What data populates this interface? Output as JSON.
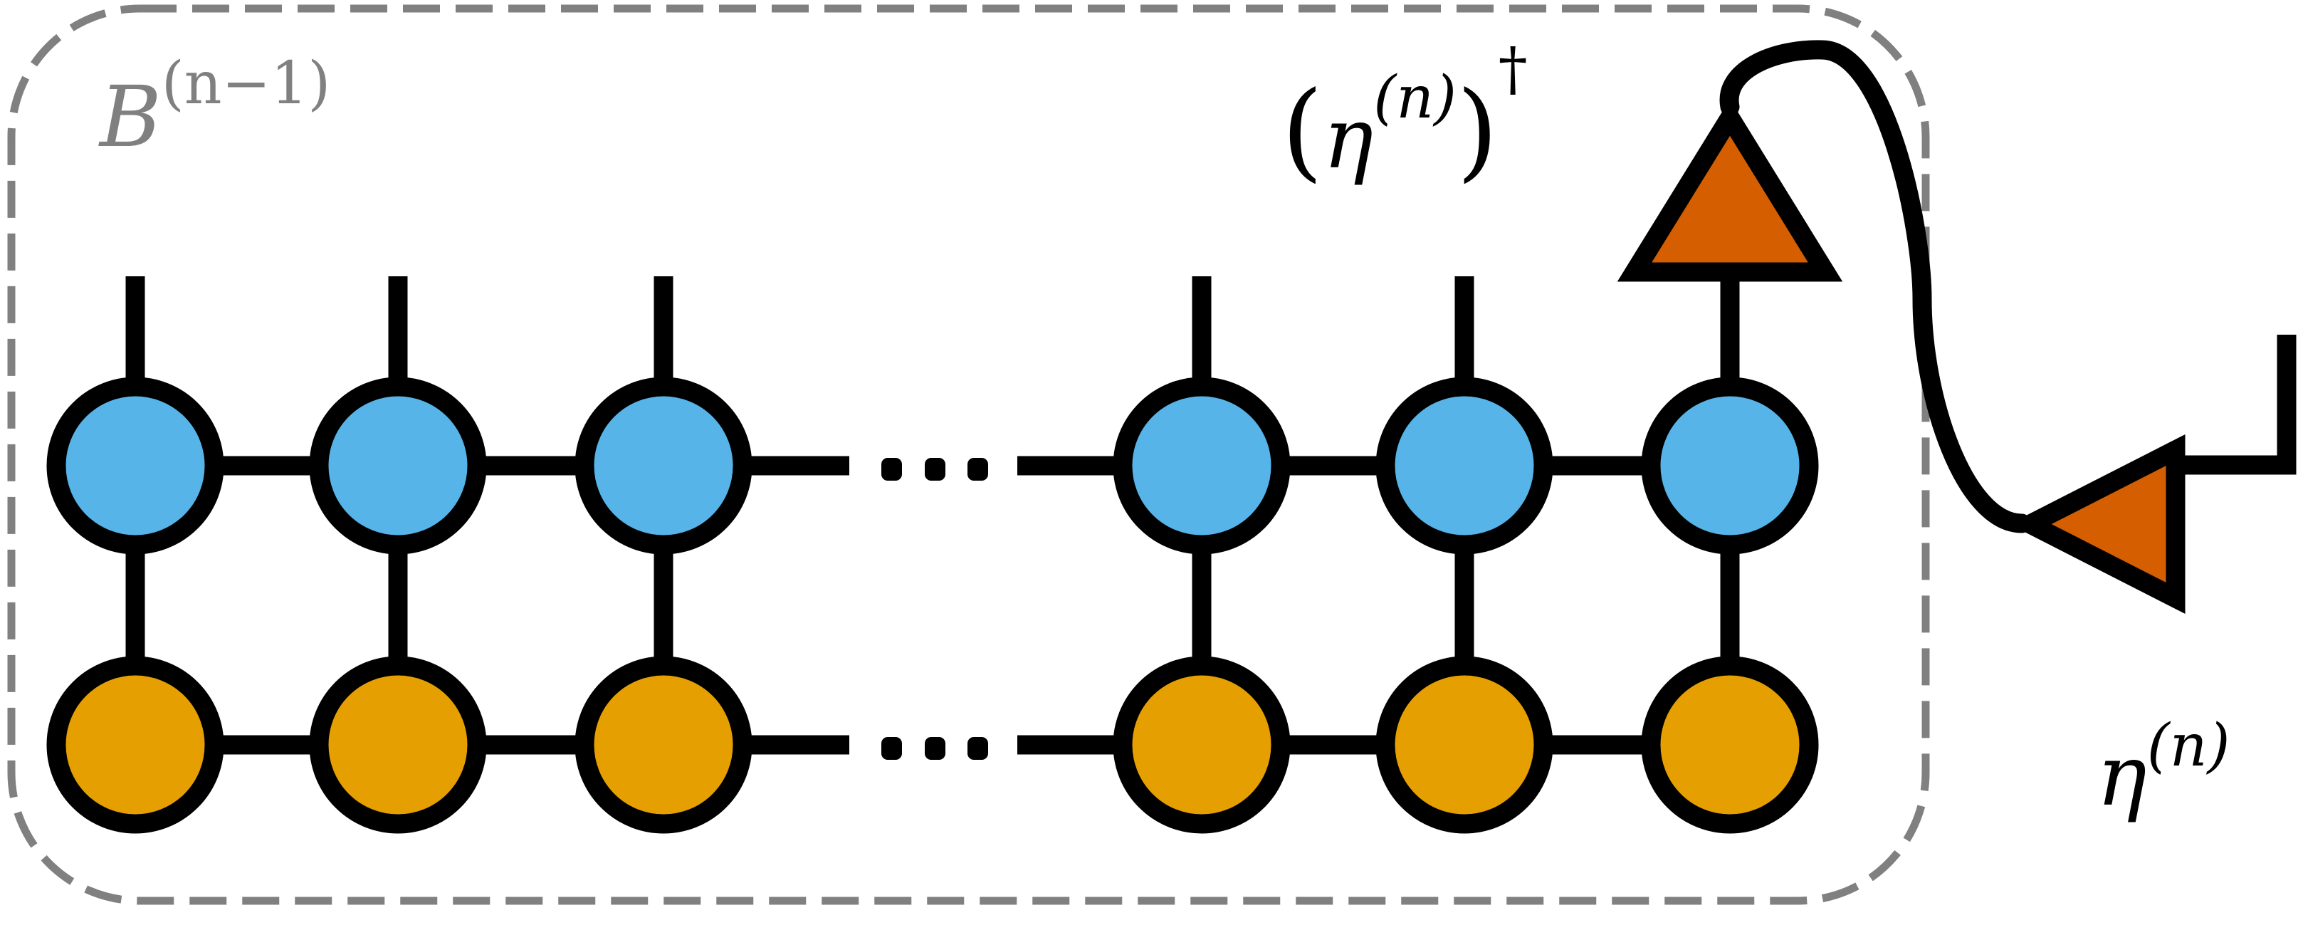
{
  "diagram": {
    "type": "tensor-network",
    "colors": {
      "top_row_fill": "#56B4E9",
      "bottom_row_fill": "#E69F00",
      "triangle_fill": "#D55E00",
      "stroke": "#000000",
      "boundary": "#808080"
    },
    "labels": {
      "boundary_base": "B",
      "boundary_sup": "(n−1)",
      "top_iso_open": "(",
      "top_iso_base": "η",
      "top_iso_sup": "(n)",
      "top_iso_close": ")",
      "top_iso_dagger": "†",
      "right_iso_base": "η",
      "right_iso_sup": "(n)"
    },
    "rows": [
      {
        "name": "top-row",
        "sites": 6,
        "has_physical_legs": true
      },
      {
        "name": "bottom-row",
        "sites": 6,
        "has_physical_legs": false
      }
    ],
    "ellipsis": "…",
    "nodes_left_of_ellipsis": 3,
    "nodes_right_of_ellipsis": 3
  }
}
